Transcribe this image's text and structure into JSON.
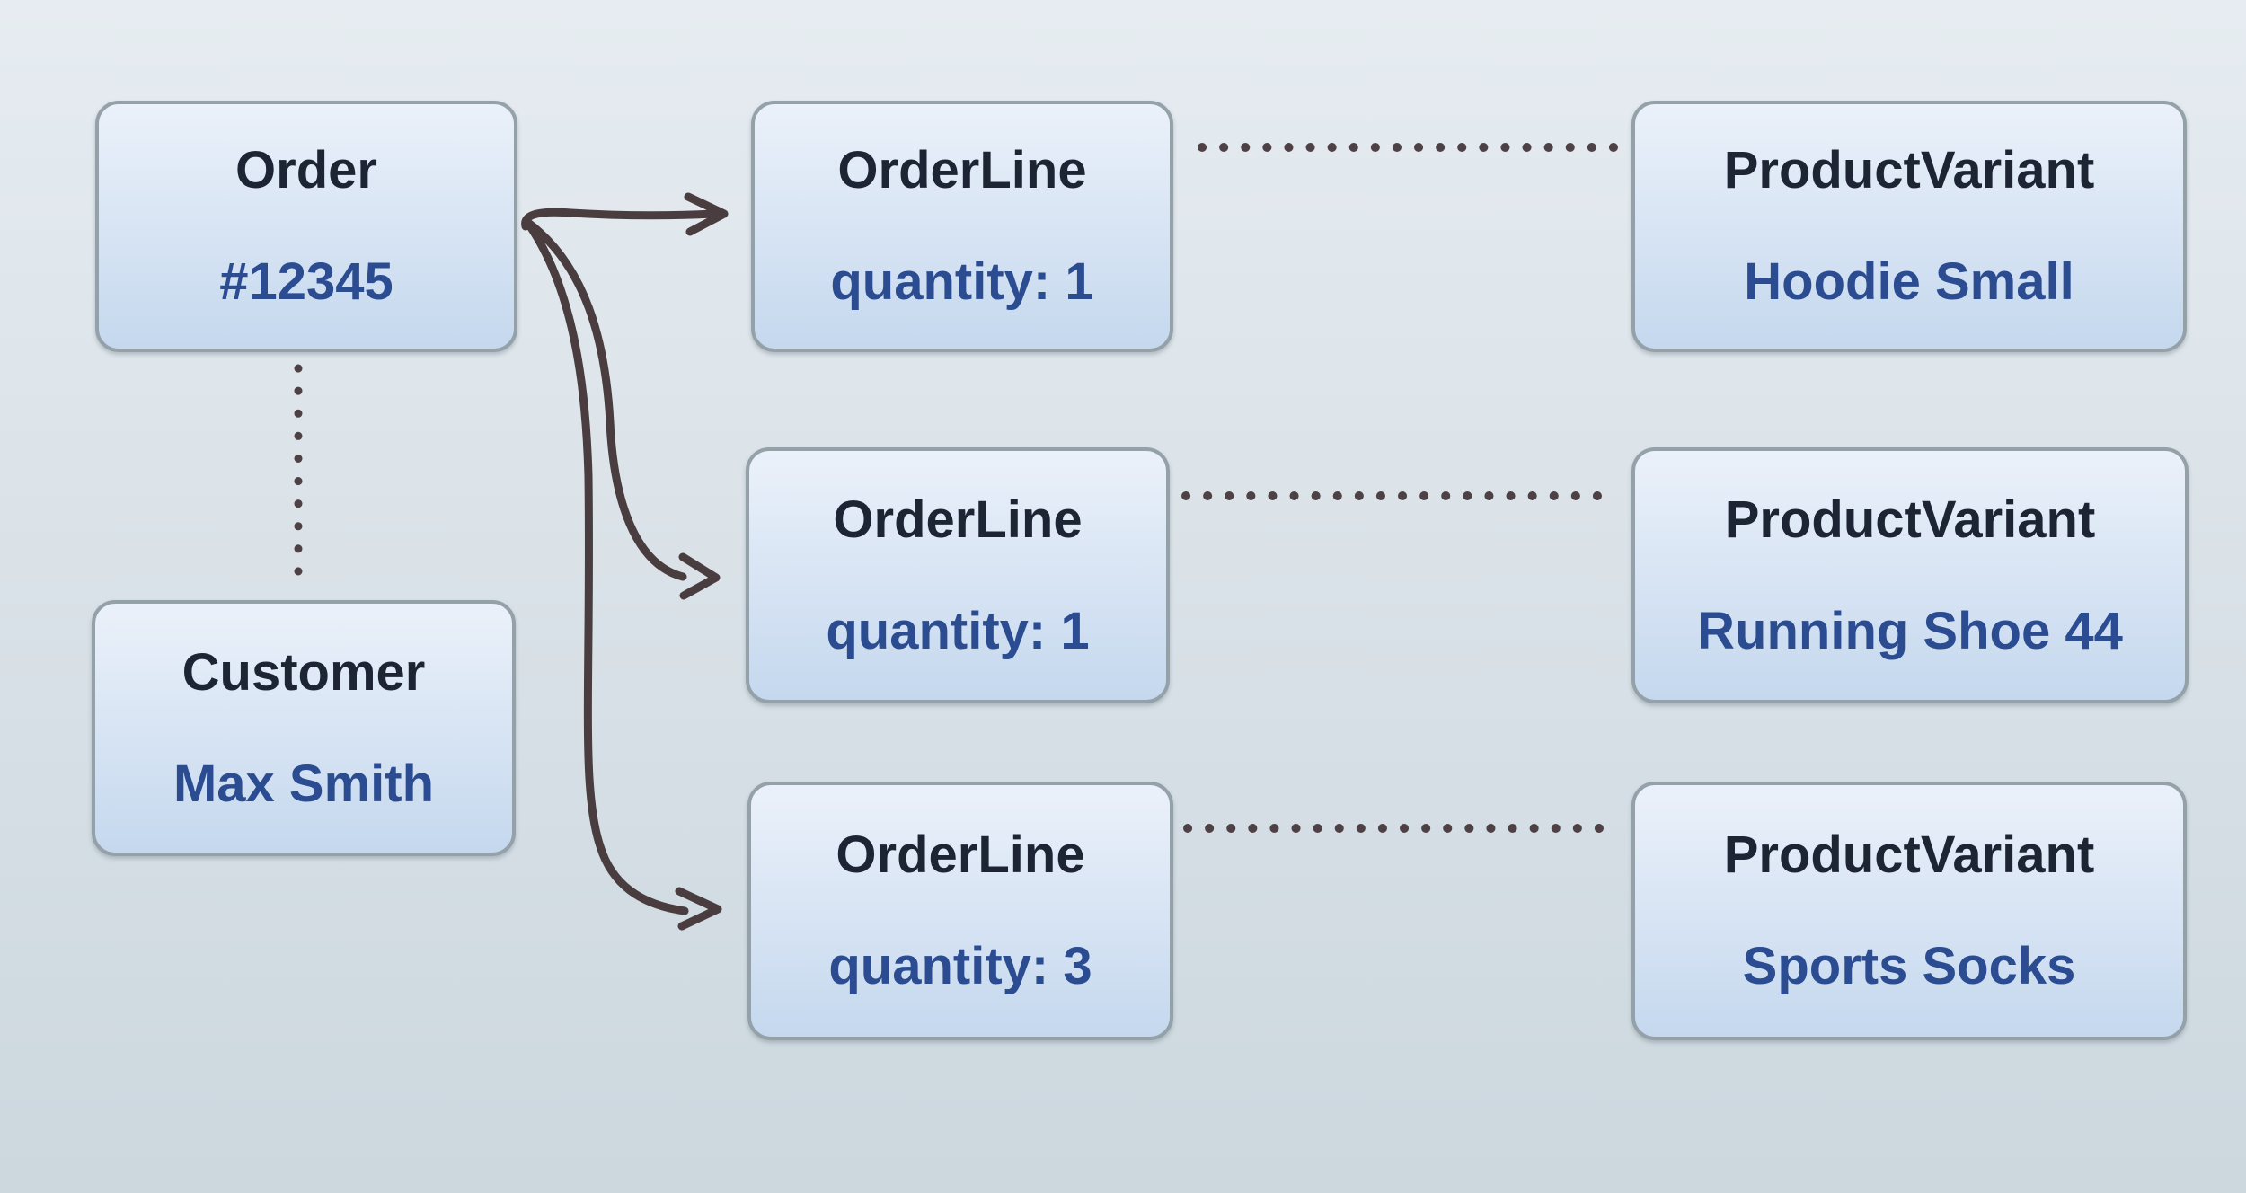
{
  "nodes": {
    "order": {
      "title": "Order",
      "value": "#12345"
    },
    "customer": {
      "title": "Customer",
      "value": "Max Smith"
    },
    "order_lines": [
      {
        "title": "OrderLine",
        "value": "quantity: 1"
      },
      {
        "title": "OrderLine",
        "value": "quantity: 1"
      },
      {
        "title": "OrderLine",
        "value": "quantity: 3"
      }
    ],
    "product_variants": [
      {
        "title": "ProductVariant",
        "value": "Hoodie Small"
      },
      {
        "title": "ProductVariant",
        "value": "Running Shoe 44"
      },
      {
        "title": "ProductVariant",
        "value": "Sports Socks"
      }
    ]
  },
  "connections": [
    {
      "from": "Order #12345",
      "to": "Customer Max Smith",
      "type": "dotted-line"
    },
    {
      "from": "Order #12345",
      "to": "OrderLine quantity: 1 (row 1)",
      "type": "solid-arrow"
    },
    {
      "from": "Order #12345",
      "to": "OrderLine quantity: 1 (row 2)",
      "type": "solid-arrow"
    },
    {
      "from": "Order #12345",
      "to": "OrderLine quantity: 3 (row 3)",
      "type": "solid-arrow"
    },
    {
      "from": "OrderLine quantity: 1 (row 1)",
      "to": "ProductVariant Hoodie Small",
      "type": "dotted-line"
    },
    {
      "from": "OrderLine quantity: 1 (row 2)",
      "to": "ProductVariant Running Shoe 44",
      "type": "dotted-line"
    },
    {
      "from": "OrderLine quantity: 3 (row 3)",
      "to": "ProductVariant Sports Socks",
      "type": "dotted-line"
    }
  ],
  "colors": {
    "background_top": "#e6ecf1",
    "background_bottom": "#ccd7de",
    "node_fill_top": "#ebf1fa",
    "node_fill_bottom": "#c5d8ee",
    "node_border": "#94a1a9",
    "node_title_text": "#1d2433",
    "node_value_text": "#2b4c91",
    "connector_arrow": "#4a3d3f",
    "connector_dot": "#4e4145"
  }
}
